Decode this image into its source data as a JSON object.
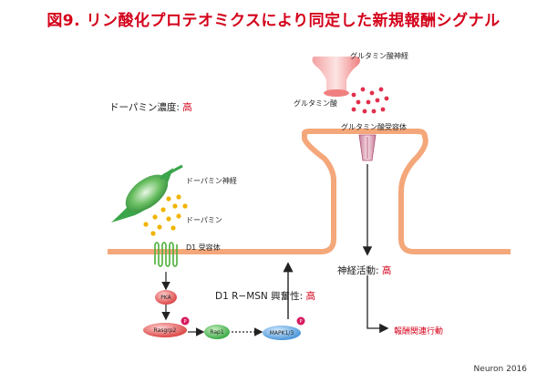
{
  "title": "図9. リン酸化プロテオミクスにより同定した新規報酬シグナル",
  "labels": {
    "dopamine_concentration": "ドーパミン濃度:",
    "dopamine_concentration_value": "高",
    "dopamine_neuron": "ドーパミン神経",
    "dopamine": "ドーパミン",
    "d1_receptor": "D1 受容体",
    "glutamate_neuron": "グルタミン酸神経",
    "glutamate": "グルタミン酸",
    "glutamate_receptor": "グルタミン酸受容体",
    "neural_activity": "神経活動:",
    "neural_activity_value": "高",
    "d1_msn_excitability": "D1 R−MSN 興奮性:",
    "d1_msn_excitability_value": "高",
    "reward_behavior": "報酬関連行動",
    "credit": "Neuron 2016"
  },
  "nodes": {
    "pka": "PKA",
    "rasgrp2": "Rasgrp2",
    "rap1": "Rap1",
    "mapk": "MAPK1/3",
    "phospho": "P"
  },
  "colors": {
    "title": "#d4001a",
    "membrane": "#f4a77a",
    "dopamine_neuron": "#3aa54a",
    "dopamine_dots": "#f0b400",
    "glutamate_neuron": "#f08080",
    "glutamate_dots": "#e0304c",
    "receptor_green": "#4caf3a",
    "node_red": "#e85050",
    "node_green": "#3db54a",
    "node_blue": "#5aa3e0",
    "phospho": "#d81b60"
  }
}
